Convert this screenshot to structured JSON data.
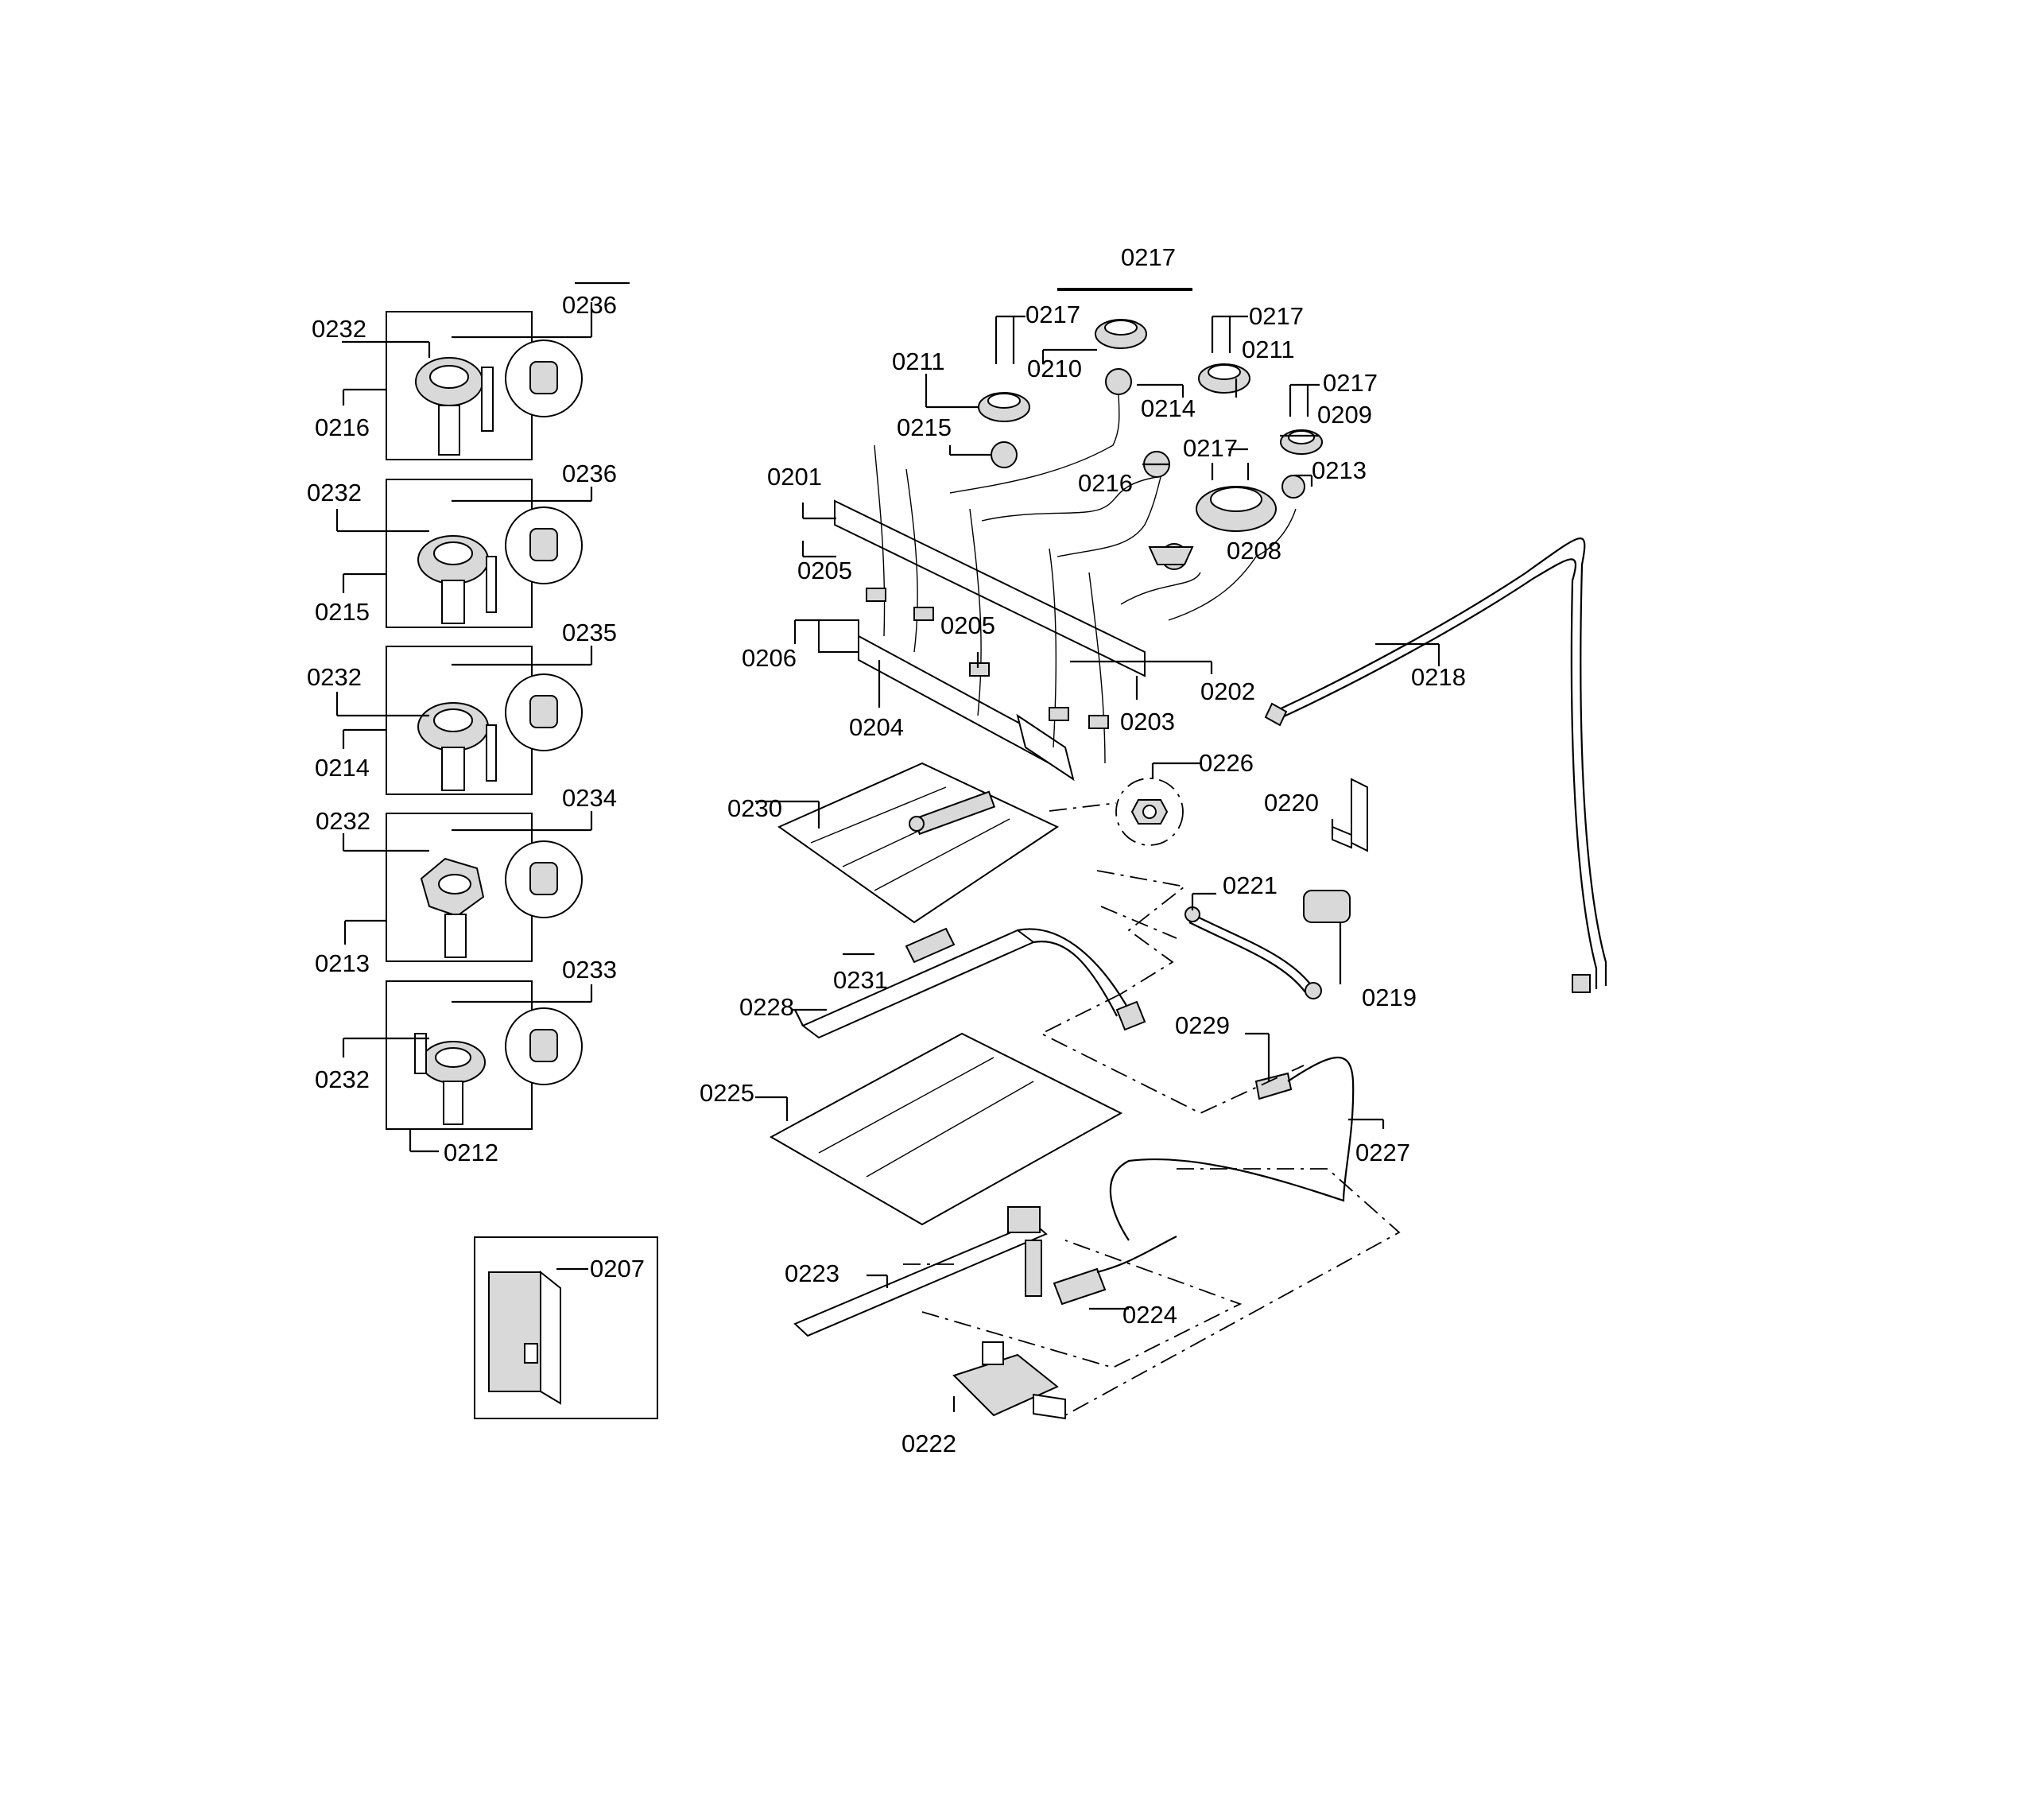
{
  "labels": {
    "p0201": "0201",
    "p0202": "0202",
    "p0203": "0203",
    "p0204": "0204",
    "p0205": "0205",
    "p0206": "0206",
    "p0207": "0207",
    "p0208": "0208",
    "p0209": "0209",
    "p0210": "0210",
    "p0211": "0211",
    "p0212": "0212",
    "p0213": "0213",
    "p0214": "0214",
    "p0215": "0215",
    "p0216": "0216",
    "p0217": "0217",
    "p0218": "0218",
    "p0219": "0219",
    "p0220": "0220",
    "p0221": "0221",
    "p0222": "0222",
    "p0223": "0223",
    "p0224": "0224",
    "p0225": "0225",
    "p0226": "0226",
    "p0227": "0227",
    "p0228": "0228",
    "p0229": "0229",
    "p0230": "0230",
    "p0231": "0231",
    "p0232": "0232",
    "p0233": "0233",
    "p0234": "0234",
    "p0235": "0235",
    "p0236": "0236"
  }
}
